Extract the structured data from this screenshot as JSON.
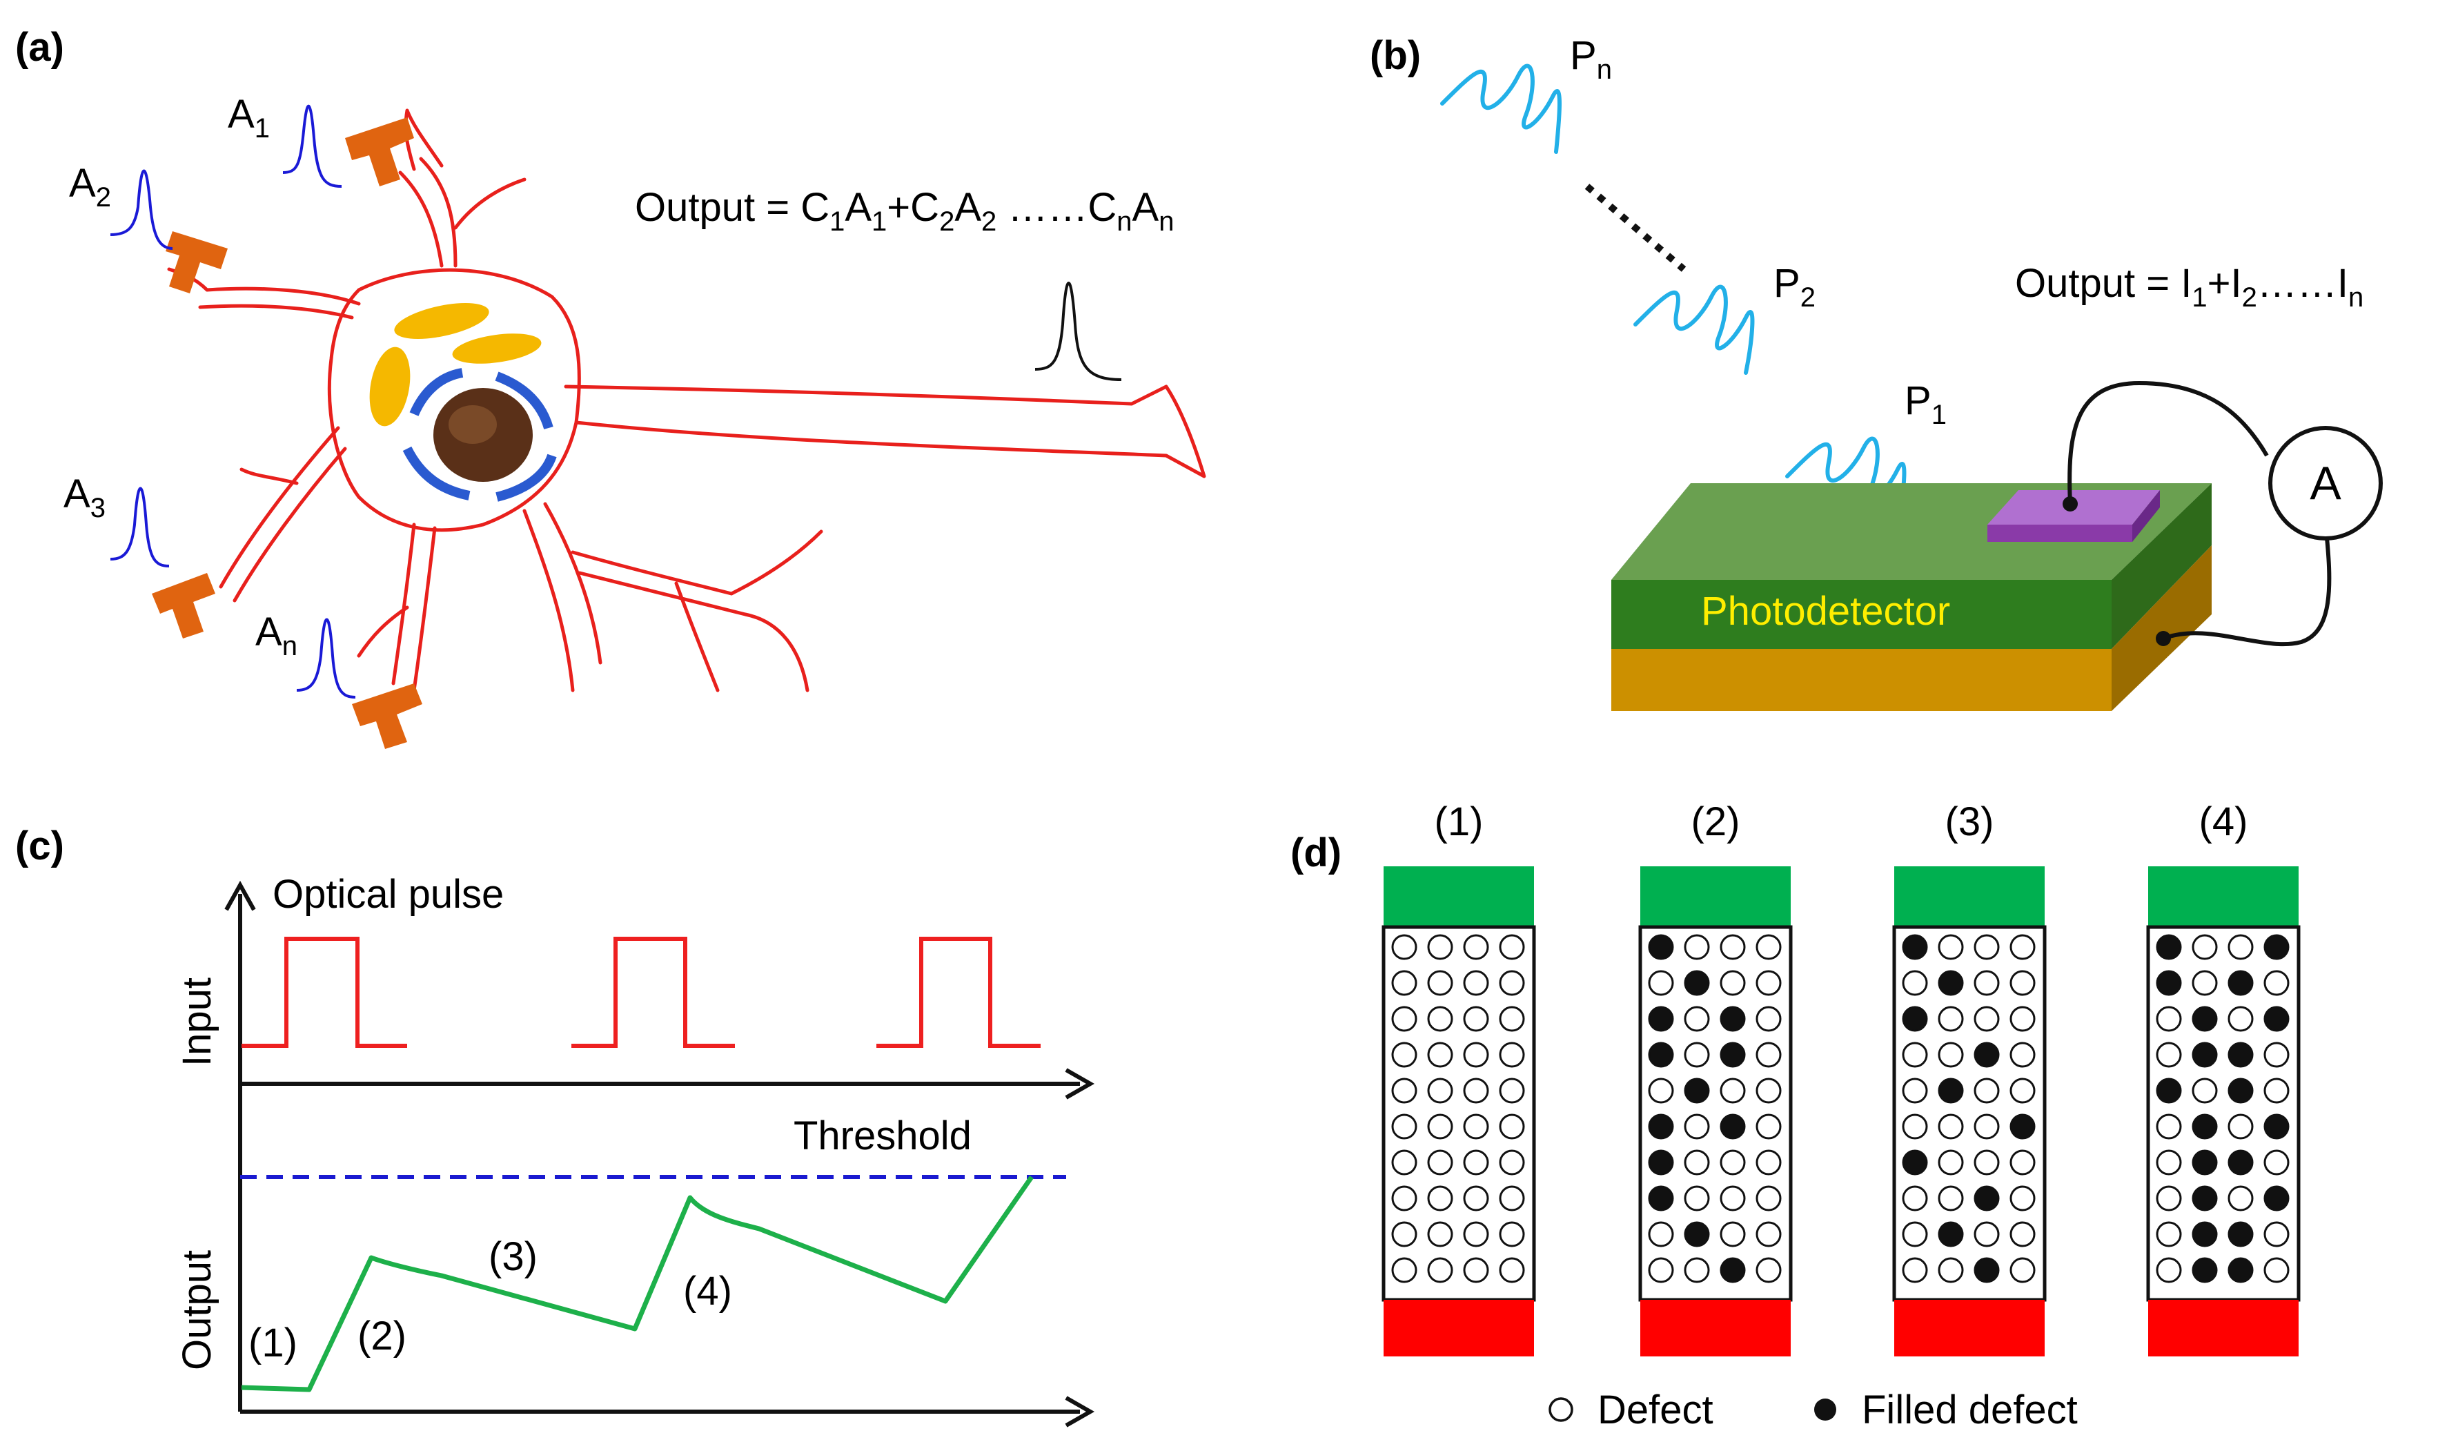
{
  "panels": {
    "a": {
      "tag": "(a)",
      "inputs": [
        {
          "base": "A",
          "sub": "1"
        },
        {
          "base": "A",
          "sub": "2"
        },
        {
          "base": "A",
          "sub": "3"
        },
        {
          "base": "A",
          "sub": "n"
        }
      ],
      "output": {
        "prefix": "Output = ",
        "terms": [
          "C",
          "1",
          "A",
          "1",
          "+C",
          "2",
          "A",
          "2",
          " ……C",
          "n",
          "A",
          "n"
        ]
      }
    },
    "b": {
      "tag": "(b)",
      "pulses": [
        {
          "base": "P",
          "sub": "n"
        },
        {
          "base": "P",
          "sub": "2"
        },
        {
          "base": "P",
          "sub": "1"
        }
      ],
      "output": {
        "prefix": "Output = ",
        "terms": [
          "I",
          "1",
          "+I",
          "2",
          "……I",
          "n"
        ]
      },
      "device_label": "Photodetector",
      "meter_label": "A"
    },
    "c": {
      "tag": "(c)",
      "top_title": "Optical pulse",
      "y_top": "Input",
      "y_bottom": "Output",
      "threshold_label": "Threshold",
      "stages": [
        "(1)",
        "(2)",
        "(3)",
        "(4)"
      ]
    },
    "d": {
      "tag": "(d)",
      "columns": [
        "(1)",
        "(2)",
        "(3)",
        "(4)"
      ],
      "legend_defect": "Defect",
      "legend_filled": "Filled defect"
    }
  },
  "colors": {
    "neuron": "#e8201c",
    "synapse": "#e06410",
    "spike_in": "#1a1ad6",
    "pulse": "#22b0e8",
    "pd_top": "#6aa050",
    "pd_front": "#2e7d1e",
    "pd_base": "#cc9000",
    "electrode": "#9a48b8",
    "input_pulse": "#ee2020",
    "output_curve": "#1db04a",
    "threshold": "#1a1ad0",
    "bar_top": "#00b050",
    "bar_bottom": "#ff0000"
  }
}
